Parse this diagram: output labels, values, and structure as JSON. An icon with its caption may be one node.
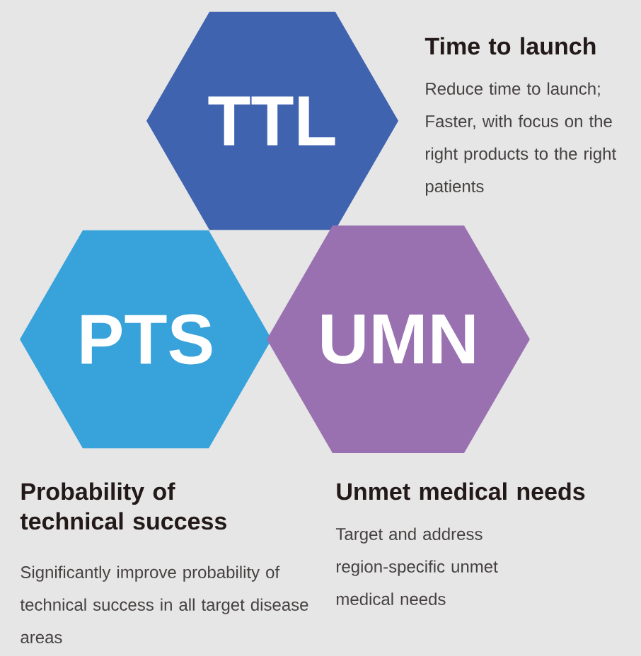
{
  "diagram": {
    "nodes": [
      {
        "text": [
          "TTL"
        ],
        "beside": [
          "Time to launch",
          "Reduce time to launch; Faster, with focus on the right products to the right patients"
        ]
      },
      {
        "text": [
          "PTS"
        ],
        "beside": [
          "Probability of technical success",
          "Significantly improve probability of technical success in all target disease areas"
        ]
      },
      {
        "text": [
          "UMN"
        ],
        "beside": [
          "Unmet medical needs",
          "Target and address region-specific unmet medical needs"
        ]
      }
    ]
  }
}
